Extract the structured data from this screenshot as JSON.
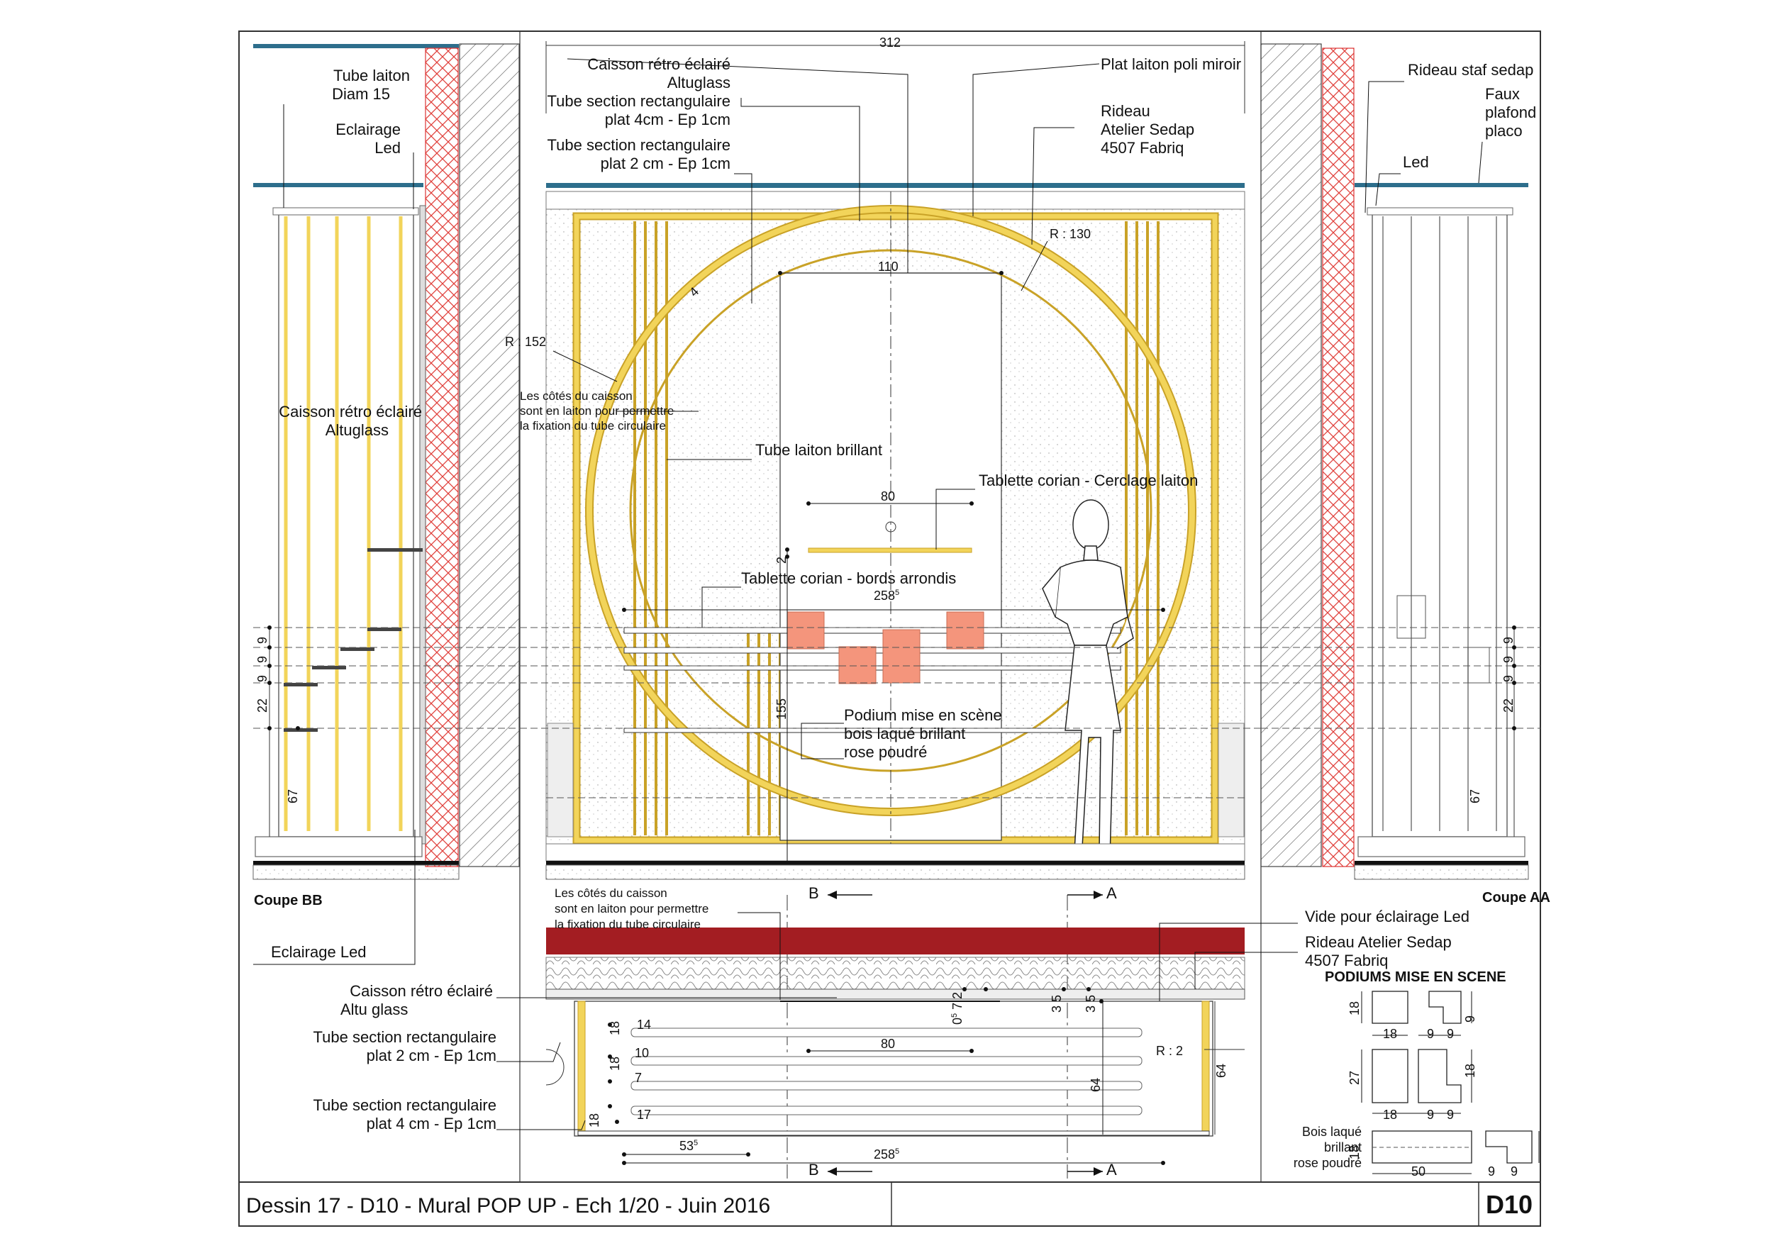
{
  "colors": {
    "brass": "#f2d45a",
    "brass_stroke": "#c9a227",
    "pink": "#f4957c",
    "red_rideau": "#a31d22",
    "insulation": "#e0413c",
    "ceiling": "#2d6e8c"
  },
  "top_dim": "312",
  "labels": {
    "tube_laiton": "Tube laiton",
    "diam15": "Diam 15",
    "eclairage_led_1": "Eclairage",
    "eclairage_led_2": "Led",
    "caisson_left_1": "Caisson rétro éclairé",
    "caisson_left_2": "Altuglass",
    "caisson_top_1": "Caisson rétro éclairé",
    "caisson_top_2": "Altuglass",
    "tube4_1": "Tube section rectangulaire",
    "tube4_2": "plat 4cm - Ep 1cm",
    "tube2_1": "Tube section rectangulaire",
    "tube2_2": "plat 2 cm - Ep 1cm",
    "plat_laiton": "Plat laiton poli miroir",
    "rideau_1": "Rideau",
    "rideau_2": "Atelier Sedap",
    "rideau_3": "4507 Fabriq",
    "rideau_staf": "Rideau staf sedap",
    "faux_1": "Faux",
    "faux_2": "plafond",
    "faux_3": "placo",
    "led_right": "Led",
    "r130": "R : 130",
    "r152": "R : 152",
    "cotes_1": "Les côtés du caisson",
    "cotes_2": "sont en laiton pour permettre",
    "cotes_3": "la fixation du tube circulaire",
    "tube_brillant": "Tube laiton brillant",
    "tablette_cerclage": "Tablette corian - Cerclage laiton",
    "tablette_bords": "Tablette corian - bords arrondis",
    "podium_1": "Podium mise en scène",
    "podium_2": "bois laqué brillant",
    "podium_3": "rose poudré",
    "coupe_bb": "Coupe BB",
    "coupe_aa": "Coupe AA",
    "eclairage_led_bottom": "Eclairage Led",
    "cotes_b1": "Les côtés du caisson",
    "cotes_b2": "sont en laiton pour permettre",
    "cotes_b3": "la fixation du tube circulaire",
    "vide_led": "Vide pour éclairage Led",
    "rideau_b1": "Rideau Atelier Sedap",
    "rideau_b2": "4507 Fabriq",
    "caisson_b1": "Caisson rétro éclairé",
    "caisson_b2": "Altu glass",
    "tube2_b1": "Tube section rectangulaire",
    "tube2_b2": "plat 2 cm - Ep 1cm",
    "tube4_b1": "Tube section rectangulaire",
    "tube4_b2": "plat 4 cm - Ep 1cm",
    "podiums_title": "PODIUMS MISE EN SCENE",
    "bois_1": "Bois laqué",
    "bois_2": "brillant",
    "bois_3": "rose poudré",
    "section_b": "B",
    "section_a": "A",
    "r2": "R : 2"
  },
  "dims": {
    "d110": "110",
    "d80": "80",
    "d258": "258",
    "d258_sup": "5",
    "d155": "155",
    "d2": "2",
    "d4": "4",
    "d67": "67",
    "d22": "22",
    "d9": "9",
    "d14": "14",
    "d10": "10",
    "d7": "7",
    "d17": "17",
    "d18": "18",
    "d53": "53",
    "d53_sup": "5",
    "d64": "64",
    "d27": "27",
    "d50": "50",
    "d05": "0",
    "d05_sup": "5",
    "d3": "3",
    "d5": "5"
  },
  "footer": {
    "title": "Dessin 17 - D10 - Mural POP UP - Ech 1/20 - Juin 2016",
    "code": "D10"
  }
}
